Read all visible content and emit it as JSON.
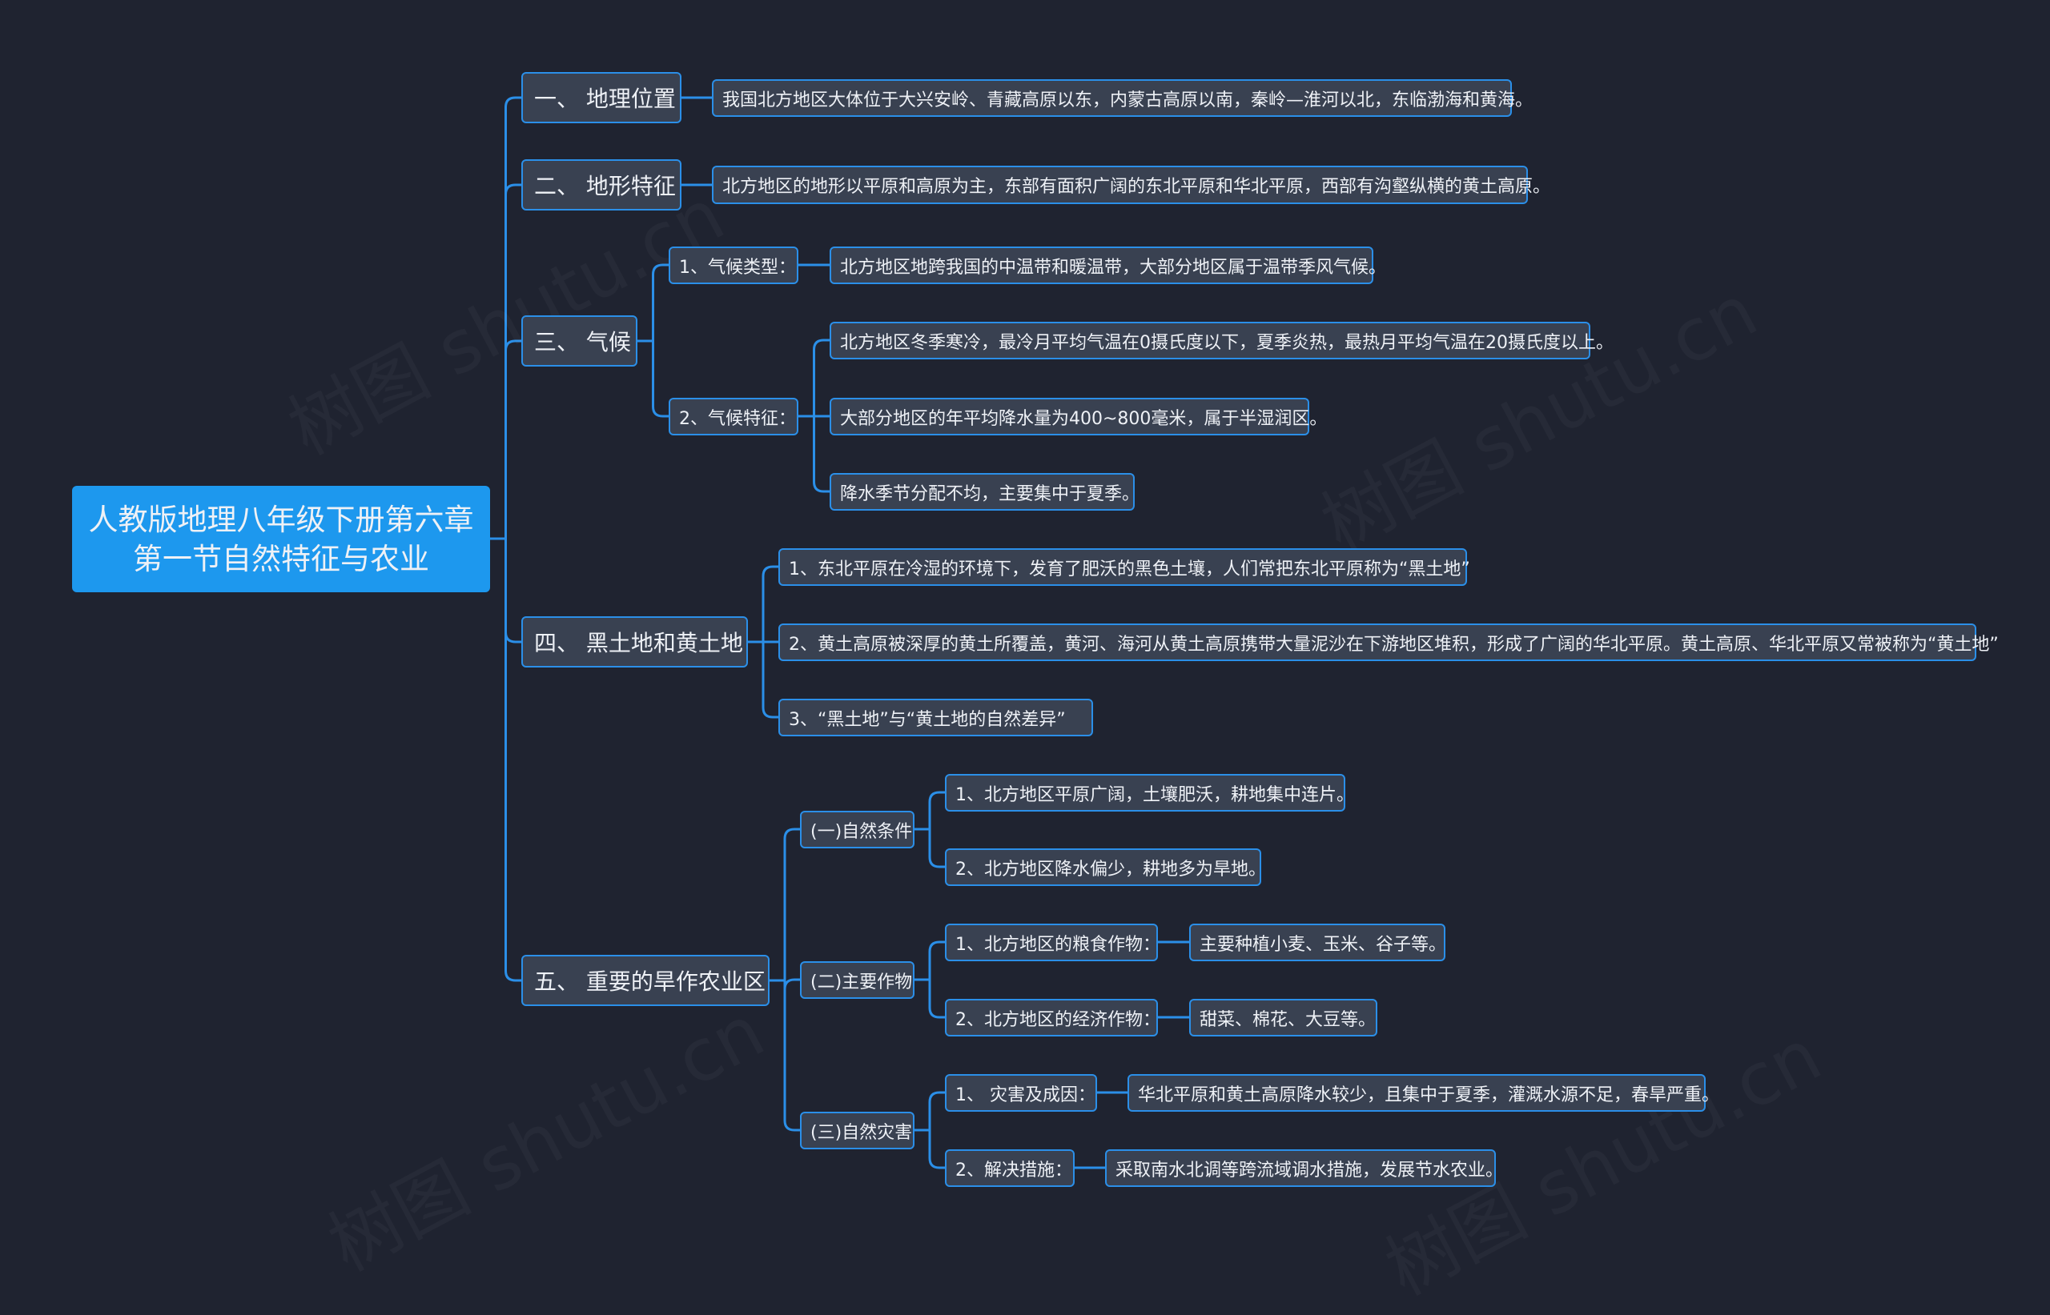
{
  "colors": {
    "background": "#1f2330",
    "root_fill": "#1d98ee",
    "node_fill": "#394151",
    "node_border": "#2b8fe8",
    "connector": "#2b8fe8",
    "text": "#eef1f6"
  },
  "watermark": "树图 shutu.cn",
  "root": {
    "line1": "人教版地理八年级下册第六章",
    "line2": "第一节自然特征与农业"
  },
  "branches": {
    "location": {
      "label": "一、 地理位置",
      "desc": "我国北方地区大体位于大兴安岭、青藏高原以东，内蒙古高原以南，秦岭—淮河以北，东临渤海和黄海。"
    },
    "terrain": {
      "label": "二、 地形特征",
      "desc": "北方地区的地形以平原和高原为主，东部有面积广阔的东北平原和华北平原，西部有沟壑纵横的黄土高原。"
    },
    "climate": {
      "label": "三、 气候",
      "type_label": "1、气候类型：",
      "type_desc": "北方地区地跨我国的中温带和暖温带，大部分地区属于温带季风气候。",
      "feature_label": "2、气候特征：",
      "feature_items": [
        "北方地区冬季寒冷，最冷月平均气温在0摄氏度以下，夏季炎热，最热月平均气温在20摄氏度以上。",
        "大部分地区的年平均降水量为400~800毫米，属于半湿润区。",
        "降水季节分配不均，主要集中于夏季。"
      ]
    },
    "soil": {
      "label": "四、 黑土地和黄土地",
      "items": [
        "1、东北平原在冷湿的环境下，发育了肥沃的黑色土壤，人们常把东北平原称为“黑土地”",
        "2、黄土高原被深厚的黄土所覆盖，黄河、海河从黄土高原携带大量泥沙在下游地区堆积，形成了广阔的华北平原。黄土高原、华北平原又常被称为“黄土地”",
        "3、“黑土地”与“黄土地的自然差异”"
      ]
    },
    "agriculture": {
      "label": "五、 重要的旱作农业区",
      "natural": {
        "label": "(一)自然条件",
        "items": [
          "1、北方地区平原广阔，土壤肥沃，耕地集中连片。",
          "2、北方地区降水偏少，耕地多为旱地。"
        ]
      },
      "crops": {
        "label": "(二)主要作物",
        "grain_label": "1、北方地区的粮食作物：",
        "grain_desc": "主要种植小麦、玉米、谷子等。",
        "cash_label": "2、北方地区的经济作物：",
        "cash_desc": "甜菜、棉花、大豆等。"
      },
      "disaster": {
        "label": "(三)自然灾害",
        "cause_label": "1、 灾害及成因：",
        "cause_desc": "华北平原和黄土高原降水较少，且集中于夏季，灌溉水源不足，春旱严重。",
        "measure_label": "2、解决措施：",
        "measure_desc": "采取南水北调等跨流域调水措施，发展节水农业。"
      }
    }
  }
}
